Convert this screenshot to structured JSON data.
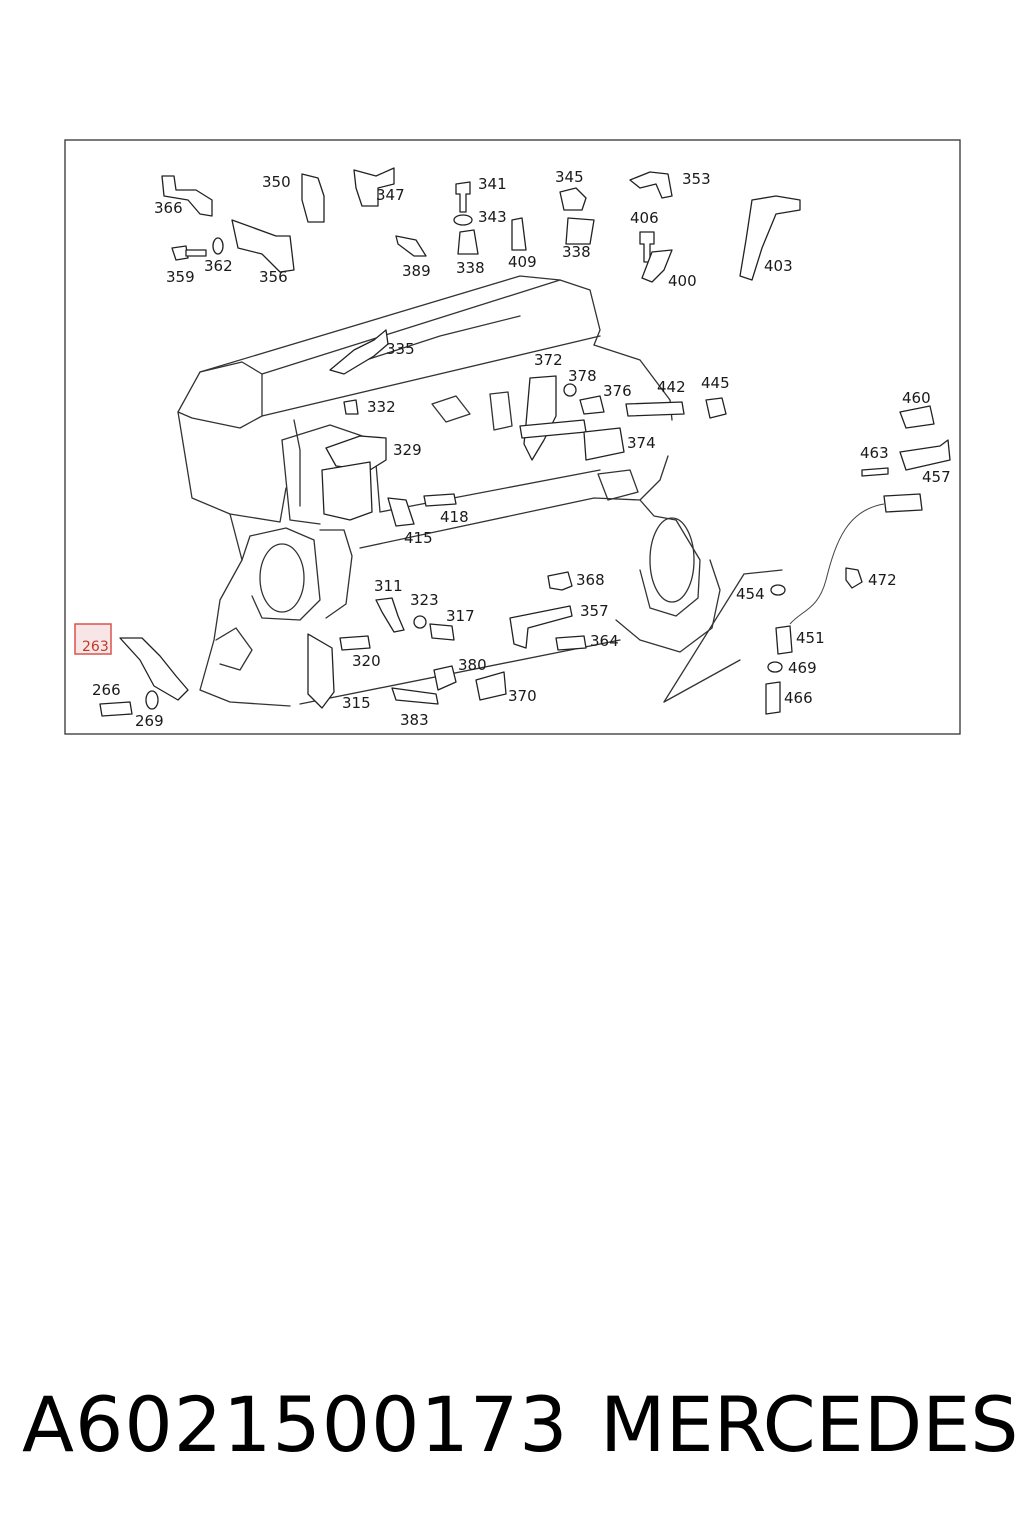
{
  "diagram": {
    "labels": [
      "366",
      "350",
      "347",
      "341",
      "345",
      "353",
      "343",
      "406",
      "359",
      "362",
      "356",
      "389",
      "338",
      "409",
      "338",
      "400",
      "403",
      "335",
      "372",
      "378",
      "376",
      "442",
      "445",
      "460",
      "332",
      "329",
      "374",
      "463",
      "457",
      "418",
      "415",
      "311",
      "368",
      "323",
      "317",
      "357",
      "454",
      "472",
      "451",
      "263",
      "320",
      "364",
      "469",
      "266",
      "380",
      "370",
      "466",
      "269",
      "315",
      "383"
    ],
    "highlighted_label": "263"
  },
  "footer": {
    "part_number": "A6021500173",
    "brand": "MERCEDES"
  },
  "colors": {
    "line": "#333333",
    "highlight": "#d9534f",
    "highlight_fill": "#f8e5e5"
  }
}
